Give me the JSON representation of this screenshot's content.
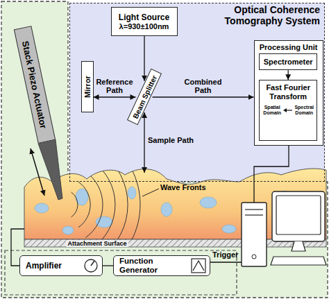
{
  "diagram": {
    "nodes": [
      {
        "text": [
          "Optical Coherence Tomography System"
        ]
      },
      {
        "text": [
          "Light Source",
          "λ=930±100nm"
        ],
        "in": 0
      },
      {
        "text": [
          "Mirror"
        ],
        "in": 0
      },
      {
        "text": [
          "Beam Splitter"
        ],
        "in": 0
      },
      {
        "text": [
          "Processing Unit"
        ],
        "in": 0
      },
      {
        "text": [
          "Spectrometer"
        ],
        "in": 4
      },
      {
        "text": [
          "Fast Fourier Transform",
          "Spatial Domain",
          "Spectral Domain"
        ],
        "in": 4
      },
      {
        "text": [
          "Stack Piezo Actuator"
        ]
      },
      {
        "text": [
          "Amplifier"
        ]
      },
      {
        "text": [
          "Function Generator"
        ]
      }
    ],
    "edges": [
      {
        "from": 1,
        "to": 3,
        "arrow": "to"
      },
      {
        "from": 3,
        "to": 2,
        "label": "Reference Path",
        "arrow": "both"
      },
      {
        "from": 3,
        "to": 4,
        "label": "Combined Path",
        "arrow": "to"
      },
      {
        "from": 5,
        "to": 6,
        "arrow": "to"
      },
      {
        "from": 9,
        "to": 8,
        "arrow": "none"
      }
    ],
    "labels": [
      "Sample Path",
      "Wave Fronts",
      "Attachment Surface",
      "Trigger"
    ]
  }
}
